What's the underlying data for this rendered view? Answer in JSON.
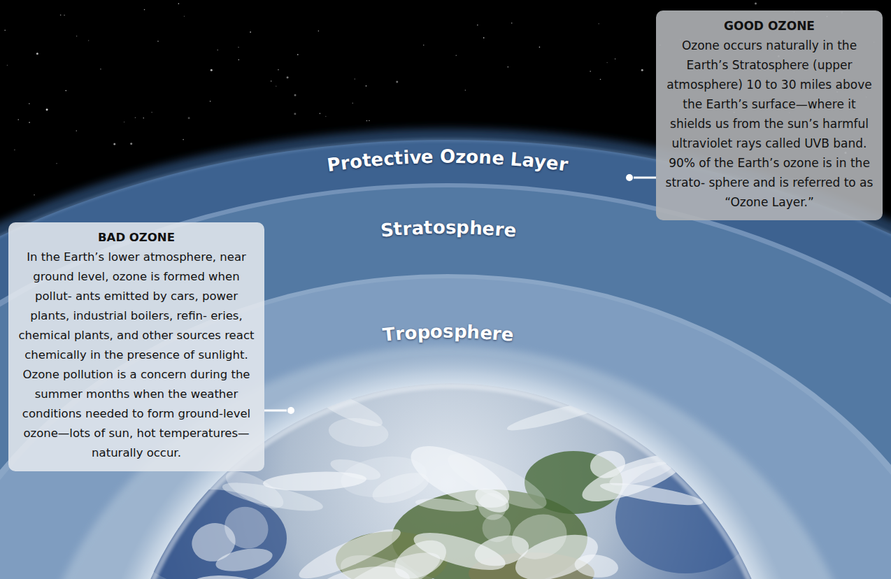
{
  "diagram": {
    "nodes": [
      {
        "text": [
          "GOOD OZONE",
          "Ozone occurs naturally in the Earth’s Stratosphere (upper atmosphere) 10 to 30 miles above the Earth’s surface—where it shields us from the sun’s harmful ultraviolet rays called UVB band. 90% of the Earth’s ozone is in the strato- sphere and is referred to as “Ozone Layer.”"
        ]
      },
      {
        "text": [
          "BAD OZONE",
          "In the Earth’s lower atmosphere, near ground level, ozone is formed when pollut- ants emitted by cars, power plants, industrial boilers, refin- eries, chemical plants, and other sources react chemically in the presence of sunlight. Ozone pollution is a concern during the summer months when the weather conditions needed to form ground-level ozone—lots of sun, hot temperatures—naturally occur."
        ]
      }
    ],
    "labels": [
      "Protective Ozone Layer",
      "Stratosphere",
      "Troposphere"
    ]
  }
}
